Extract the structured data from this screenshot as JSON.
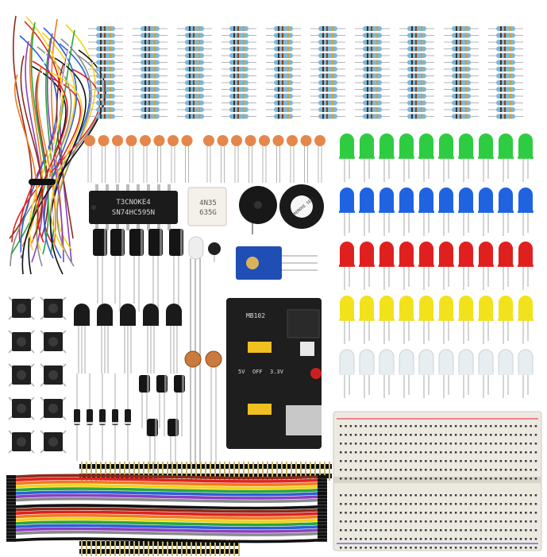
{
  "photo": {
    "ic_label_line1": "T3CNOKE4",
    "ic_label_line2": "SN74HC595N",
    "optocoupler_label": "4N35",
    "optocoupler_code": "635G",
    "buzzer_label": "+ REMOVE SEAL",
    "power_module_label": "MB102",
    "power_rail_labels": [
      "5V",
      "OFF",
      "3.3V"
    ]
  },
  "colors": {
    "resistor_body": "#7fb7d9",
    "capacitor": "#e5874a",
    "led_green": "#2ecc40",
    "led_blue": "#1f63e0",
    "led_red": "#e0201e",
    "led_yellow": "#f2e21c",
    "led_white": "#e6eef2",
    "breadboard": "#ece9e1",
    "pcb": "#1e1e1e",
    "jumper_colors": [
      "#8b2b1a",
      "#e02020",
      "#f07a20",
      "#f5d21a",
      "#2aa53b",
      "#2c5fd6",
      "#8a3fc0",
      "#8a8a8a",
      "#ffffff",
      "#111111"
    ]
  }
}
